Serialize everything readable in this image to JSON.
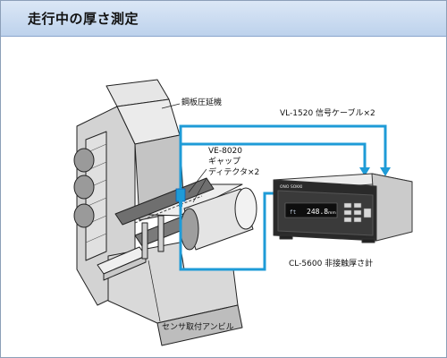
{
  "header": {
    "title": "走行中の厚さ測定"
  },
  "labels": {
    "mill": "鋼板圧延機",
    "cable": "VL-1520 信号ケーブル×2",
    "detector_model": "VE-8020",
    "detector_line2": "ギャップ",
    "detector_line3": "ディテクタ×2",
    "meter": "CL-5600 非接触厚さ計",
    "bracket": "センサ取付アンビル"
  },
  "device": {
    "brand": "ONO SOKKI",
    "display_index": "ft",
    "reading": "248.8",
    "unit": "mm"
  },
  "colors": {
    "cable": "#1e9bd7",
    "accent": "#0a5fb4"
  }
}
